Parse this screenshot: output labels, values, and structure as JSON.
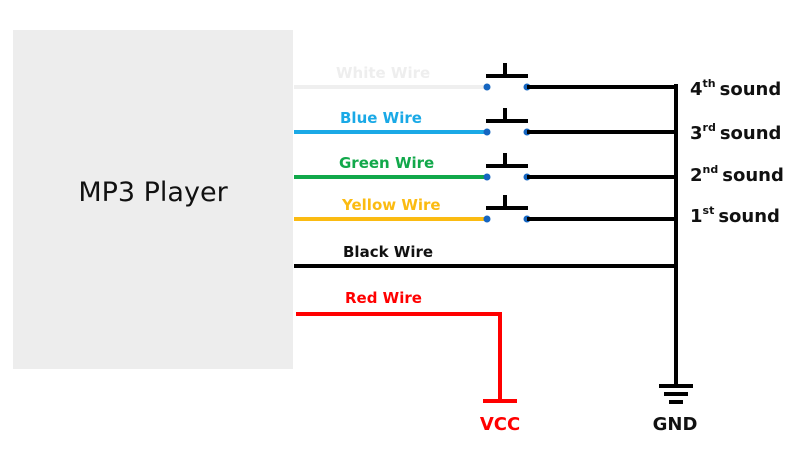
{
  "player": {
    "label": "MP3 Player",
    "fill": "#ededed"
  },
  "wires": [
    {
      "label": "White Wire",
      "color": "#efefef",
      "text_color": "#eeeeee",
      "switch": true,
      "sound_num": "4",
      "sound_sup": "th",
      "sound_word": "sound"
    },
    {
      "label": "Blue Wire",
      "color": "#1aa9e6",
      "text_color": "#1aa9e6",
      "switch": true,
      "sound_num": "3",
      "sound_sup": "rd",
      "sound_word": "sound"
    },
    {
      "label": "Green Wire",
      "color": "#11a84a",
      "text_color": "#11a84a",
      "switch": true,
      "sound_num": "2",
      "sound_sup": "nd",
      "sound_word": "sound"
    },
    {
      "label": "Yellow Wire",
      "color": "#fbbb12",
      "text_color": "#fbbb12",
      "switch": true,
      "sound_num": "1",
      "sound_sup": "st",
      "sound_word": "sound"
    },
    {
      "label": "Black Wire",
      "color": "#000000",
      "text_color": "#111111",
      "switch": false
    }
  ],
  "red_wire": {
    "label": "Red Wire",
    "color": "#ff0000"
  },
  "terminals": {
    "vcc": {
      "label": "VCC",
      "color": "#ff0000"
    },
    "gnd": {
      "label": "GND",
      "color": "#111111"
    }
  },
  "colors": {
    "switch_contact": "#1565c0",
    "circuit": "#000000"
  }
}
